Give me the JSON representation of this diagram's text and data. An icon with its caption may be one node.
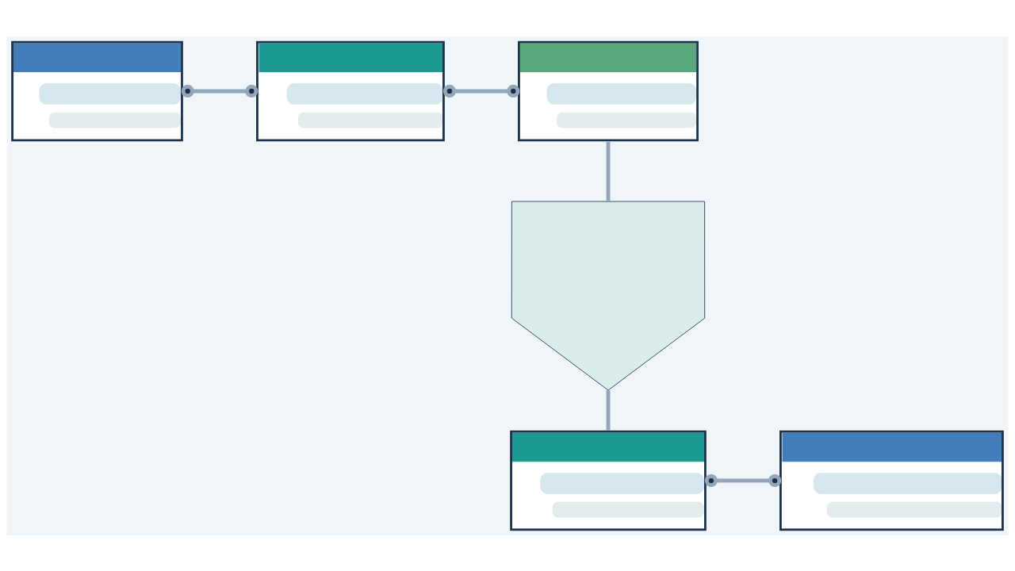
{
  "diagram": {
    "nodes": [
      {
        "text": [],
        "shape": "box"
      },
      {
        "text": [],
        "shape": "box"
      },
      {
        "text": [],
        "shape": "box"
      },
      {
        "text": [],
        "shape": "shield"
      },
      {
        "text": [],
        "shape": "box"
      },
      {
        "text": [],
        "shape": "box"
      }
    ],
    "edges": [
      {
        "from": 0,
        "to": 1,
        "arrow": "other"
      },
      {
        "from": 1,
        "to": 2,
        "arrow": "other"
      },
      {
        "from": 2,
        "to": 3,
        "arrow": "none"
      },
      {
        "from": 3,
        "to": 4,
        "arrow": "none"
      },
      {
        "from": 4,
        "to": 5,
        "arrow": "other"
      }
    ]
  }
}
